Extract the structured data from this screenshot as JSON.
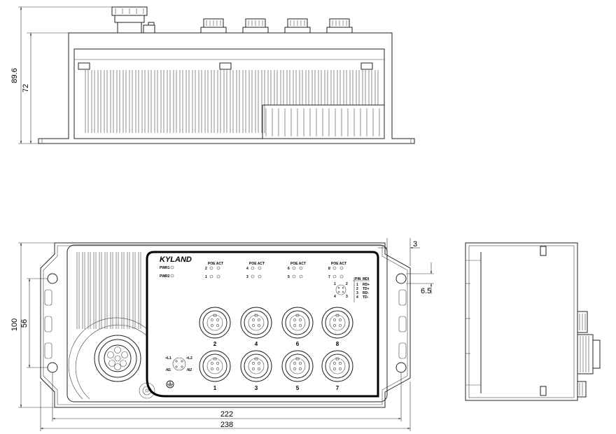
{
  "top_view": {
    "dims": {
      "overall_height": "89.6",
      "body_height": "72"
    }
  },
  "front_view": {
    "brand": "KYLAND",
    "status": {
      "pwr1": "PWR1",
      "pwr2": "PWR2"
    },
    "poe_groups": [
      {
        "header": "POE ACT",
        "row1": "2",
        "row2": "1"
      },
      {
        "header": "POE ACT",
        "row1": "4",
        "row2": "3"
      },
      {
        "header": "POE ACT",
        "row1": "6",
        "row2": "5"
      },
      {
        "header": "POE ACT",
        "row1": "8",
        "row2": "7"
      }
    ],
    "pin_table": {
      "headers": [
        "PIN",
        "MDI"
      ],
      "rows": [
        [
          "1",
          "RD+"
        ],
        [
          "2",
          "TD+"
        ],
        [
          "3",
          "RD-"
        ],
        [
          "4",
          "TD-"
        ]
      ],
      "pin_labels": [
        "1",
        "2",
        "3",
        "4"
      ]
    },
    "power_pins": [
      "+L1",
      "+L2",
      "-N1",
      "-N2"
    ],
    "ports_top": [
      "2",
      "4",
      "6",
      "8"
    ],
    "ports_bottom": [
      "1",
      "3",
      "5",
      "7"
    ],
    "dims": {
      "height": "100",
      "hole_spacing": "56",
      "hole_pitch": "222",
      "overall_width": "238",
      "edge_offset": "3",
      "hole_offset": "6.5"
    }
  }
}
